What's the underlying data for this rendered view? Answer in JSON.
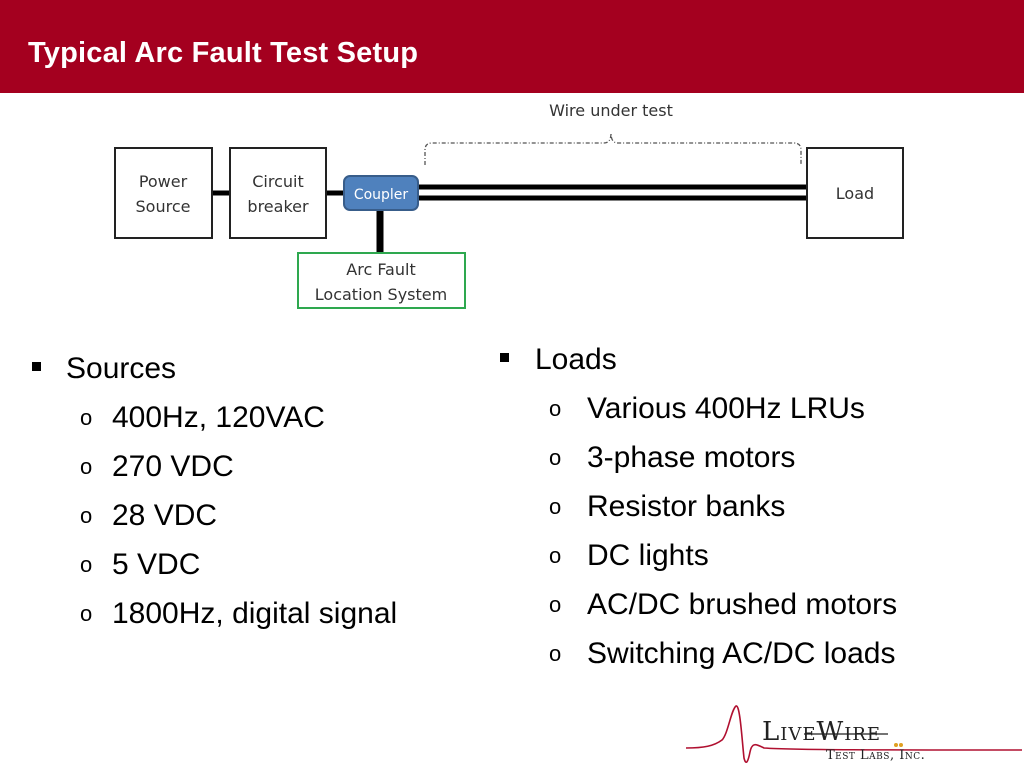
{
  "slide": {
    "title": "Typical Arc Fault Test Setup",
    "colors": {
      "title_bar": "#a4001f",
      "coupler": "#4f81bd",
      "arc_box_border": "#2ea84f"
    }
  },
  "diagram": {
    "wire_label": "Wire under test",
    "power_source": [
      "Power",
      "Source"
    ],
    "circuit_breaker": [
      "Circuit",
      "breaker"
    ],
    "coupler": "Coupler",
    "load": "Load",
    "arc_fault": [
      "Arc Fault",
      "Location System"
    ]
  },
  "sources": {
    "heading": "Sources",
    "items": [
      "400Hz, 120VAC",
      "270 VDC",
      "28 VDC",
      "5 VDC",
      "1800Hz, digital signal"
    ]
  },
  "loads": {
    "heading": "Loads",
    "items": [
      "Various 400Hz LRUs",
      "3-phase motors",
      "Resistor banks",
      "DC lights",
      "AC/DC brushed motors",
      "Switching AC/DC loads"
    ]
  },
  "logo": {
    "name": "LiveWire",
    "sub": "Test Labs, Inc."
  }
}
